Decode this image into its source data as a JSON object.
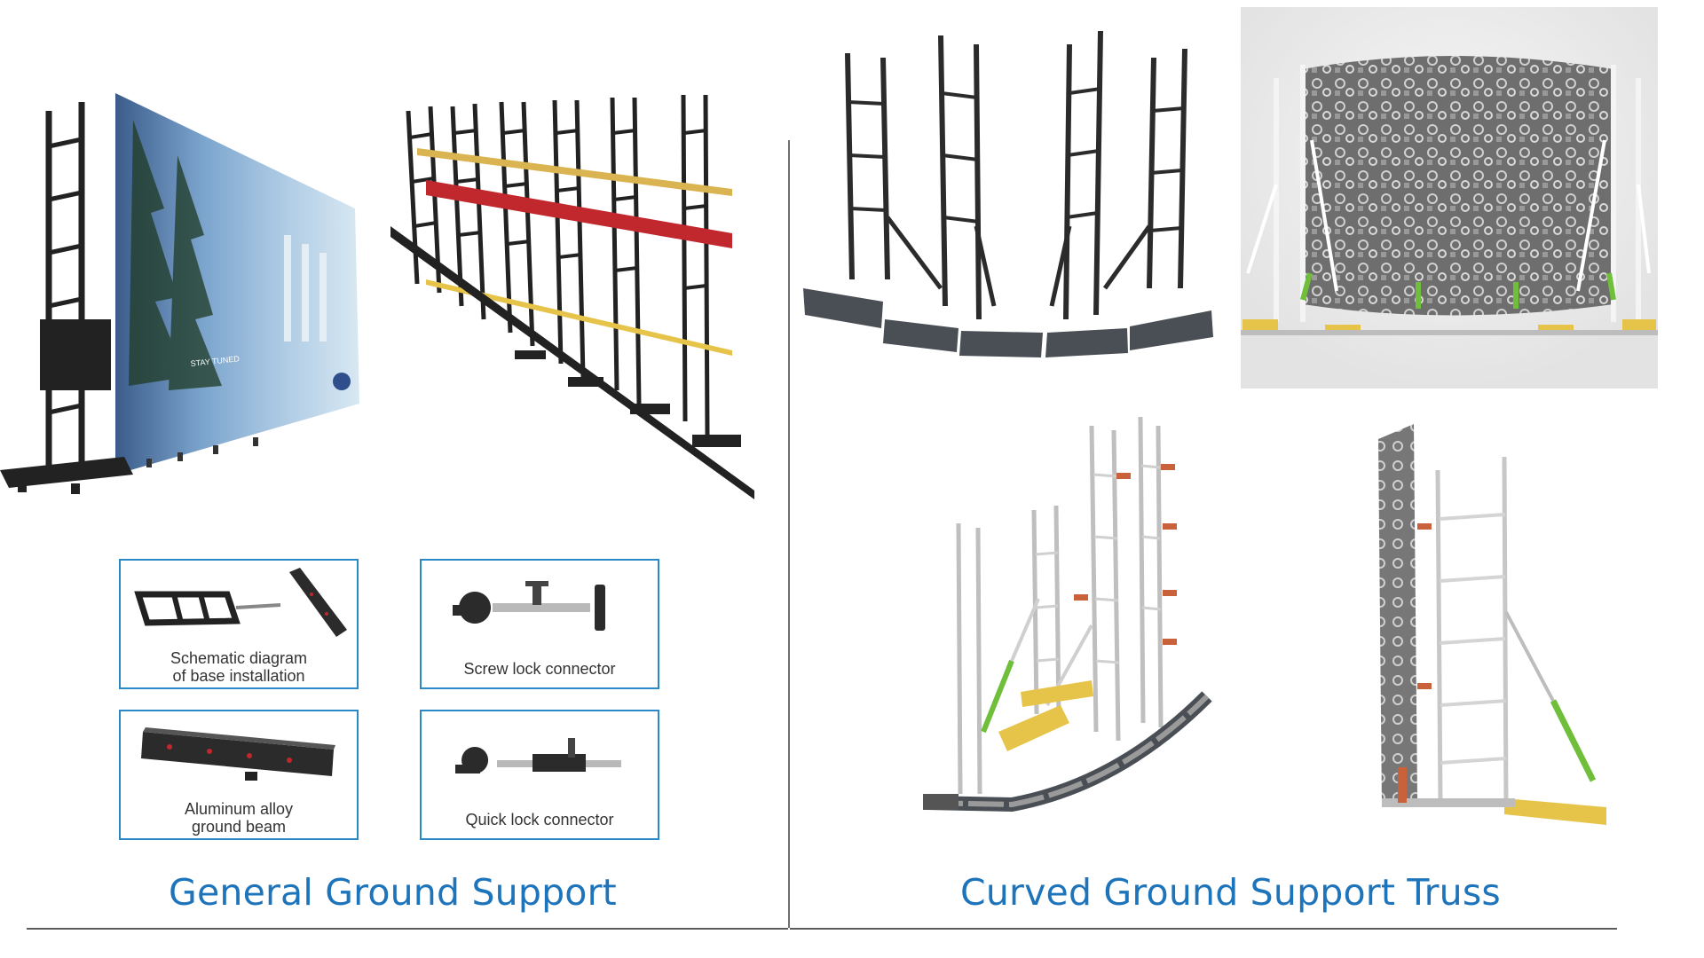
{
  "sections": {
    "left": {
      "title": "General Ground Support"
    },
    "right": {
      "title": "Curved Ground Support Truss"
    }
  },
  "parts": [
    {
      "label_lines": [
        "Schematic diagram",
        "of base installation"
      ]
    },
    {
      "label_lines": [
        "Screw lock connector"
      ]
    },
    {
      "label_lines": [
        "Aluminum alloy",
        "ground beam"
      ]
    },
    {
      "label_lines": [
        "Quick lock connector"
      ]
    }
  ],
  "screen_text": {
    "line": "STAY TUNED",
    "logo": "..."
  },
  "colors": {
    "caption_blue": "#1e74bb",
    "frame_border": "#2a8ac8",
    "frame_dark": "#2b2b2b",
    "beam_red": "#c0282d",
    "beam_yellow": "#e6c44a",
    "brace_green": "#6fbf3a"
  }
}
